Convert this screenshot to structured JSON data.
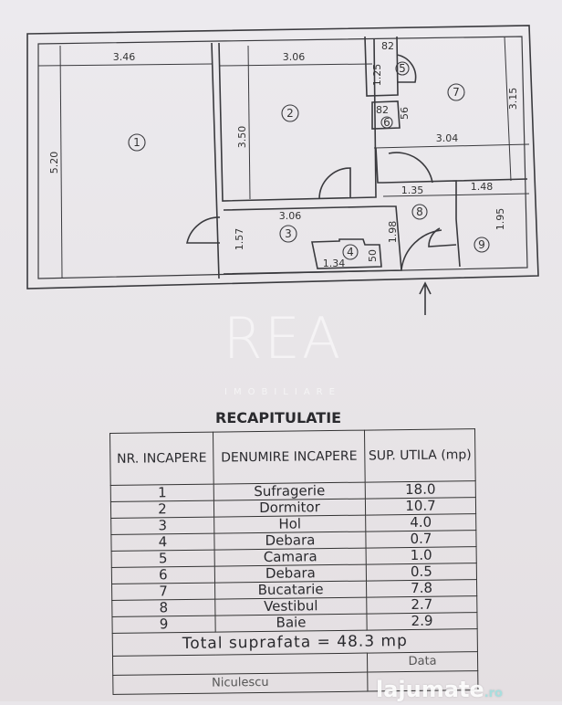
{
  "plan": {
    "rooms": [
      "1",
      "2",
      "3",
      "4",
      "5",
      "6",
      "7",
      "8",
      "9"
    ],
    "dimensions": {
      "r1_width": "3.46",
      "r1_height": "5.20",
      "r2_width": "3.06",
      "r2_height": "3.50",
      "r3_width": "3.06",
      "r3_height": "1.57",
      "r4_width": "1.34",
      "r4_height": "50",
      "r5_width": "82",
      "r5_height": "1.25",
      "r6_width": "82",
      "r6_height": "56",
      "r7_width": "3.04",
      "r7_height": "3.15",
      "r8_width": "1.35",
      "r8_height": "1.98",
      "r9_width": "1.48",
      "r9_height": "1.95"
    }
  },
  "watermark": {
    "text": "REA",
    "subtext": "IMOBILIARE"
  },
  "summary": {
    "title": "RECAPITULATIE",
    "headers": [
      "NR. INCAPERE",
      "DENUMIRE INCAPERE",
      "SUP. UTILA (mp)"
    ],
    "rows": [
      [
        "1",
        "Sufragerie",
        "18.0"
      ],
      [
        "2",
        "Dormitor",
        "10.7"
      ],
      [
        "3",
        "Hol",
        "4.0"
      ],
      [
        "4",
        "Debara",
        "0.7"
      ],
      [
        "5",
        "Camara",
        "1.0"
      ],
      [
        "6",
        "Debara",
        "0.5"
      ],
      [
        "7",
        "Bucatarie",
        "7.8"
      ],
      [
        "8",
        "Vestibul",
        "2.7"
      ],
      [
        "9",
        "Baie",
        "2.9"
      ]
    ],
    "total": "Total suprafata =  48.3 mp",
    "extra_right": "Data",
    "extra_left": "Niculescu"
  },
  "brand": {
    "name": "lajumate",
    "tld": ".ro"
  }
}
